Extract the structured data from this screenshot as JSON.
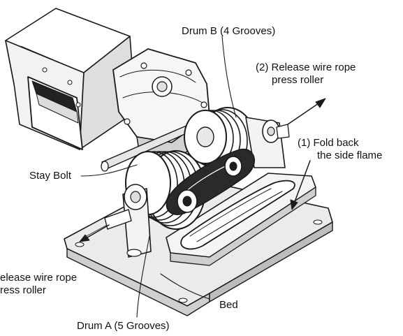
{
  "labels": {
    "drum_b": "Drum B (4 Grooves)",
    "release_2_line1": "(2) Release wire rope",
    "release_2_line2": "press roller",
    "fold_back_line1": "(1) Fold back",
    "fold_back_line2": "the side flame",
    "stay_bolt": "Stay Bolt",
    "release_left_line1": "elease wire rope",
    "release_left_line2": "ress roller",
    "bed": "Bed",
    "drum_a": "Drum A (5 Grooves)"
  }
}
